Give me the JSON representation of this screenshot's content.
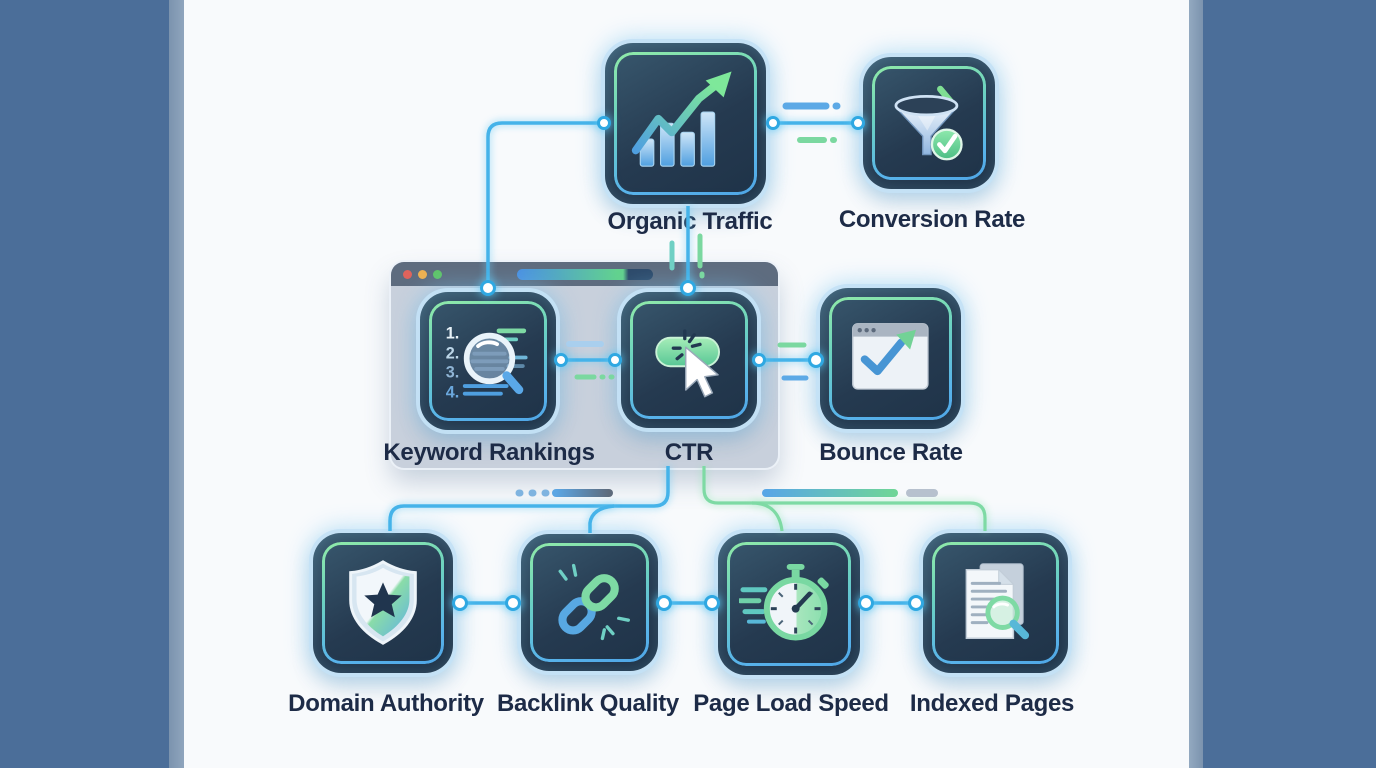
{
  "diagram": {
    "topic": "SEO metrics flow diagram",
    "nodes": [
      {
        "label": "Organic Traffic",
        "icon": "bar-chart-up-arrow-icon"
      },
      {
        "label": "Conversion Rate",
        "icon": "funnel-checkmark-icon"
      },
      {
        "label": "Keyword Rankings",
        "icon": "numbered-list-magnifier-icon"
      },
      {
        "label": "CTR",
        "icon": "button-click-cursor-icon"
      },
      {
        "label": "Bounce Rate",
        "icon": "browser-check-arrow-icon"
      },
      {
        "label": "Domain Authority",
        "icon": "shield-star-icon"
      },
      {
        "label": "Backlink Quality",
        "icon": "chain-link-icon"
      },
      {
        "label": "Page Load Speed",
        "icon": "stopwatch-speed-icon"
      },
      {
        "label": "Indexed Pages",
        "icon": "documents-magnifier-icon"
      }
    ],
    "browser_panel": {
      "window_dot_colors": [
        "#e0635c",
        "#eeb050",
        "#5fc468"
      ],
      "progress_bar_colors": [
        "#4a90e2",
        "#62d28e",
        "#2d4a6a"
      ]
    },
    "colors": {
      "canvas_background": "#f8fafc",
      "frame_dark_blue": "#4b6e99",
      "frame_light_blue": "#8199b2",
      "tile_background": "#24394f",
      "tile_inner_ring_green": "#90eaa8",
      "tile_inner_ring_blue": "#4fa6e6",
      "connector_blue": "#45b3e9",
      "connector_green": "#7edaa4",
      "label_text": "#1d2b47",
      "panel_body": "#c8d0dc",
      "panel_titlebar": "#5e6c7f"
    }
  }
}
